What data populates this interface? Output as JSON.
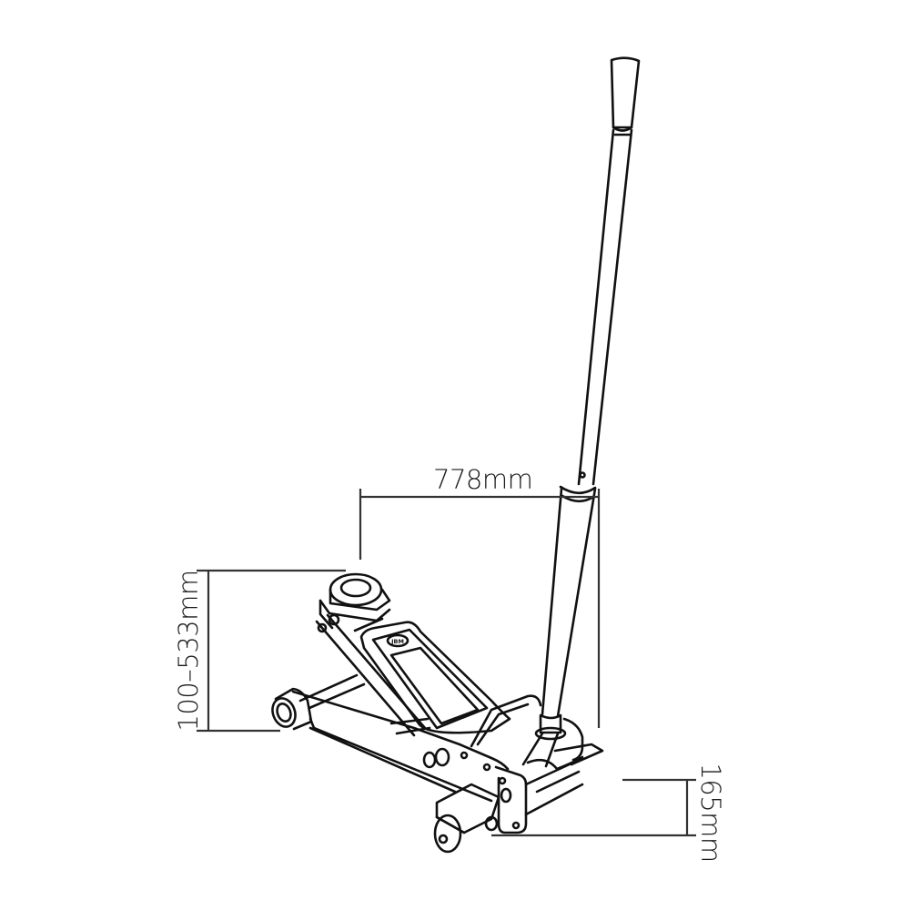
{
  "figure": {
    "subject": "Hydraulic floor jack technical line drawing",
    "brand_badge": "JBM",
    "line_color": "#111111",
    "dimension_color": "#333333",
    "background": "#ffffff"
  },
  "dimensions": {
    "length": {
      "label": "778mm",
      "value": 778,
      "unit": "mm"
    },
    "lift_range": {
      "label": "100–533mm",
      "min": 100,
      "max": 533,
      "unit": "mm"
    },
    "height": {
      "label": "165mm",
      "value": 165,
      "unit": "mm"
    }
  }
}
